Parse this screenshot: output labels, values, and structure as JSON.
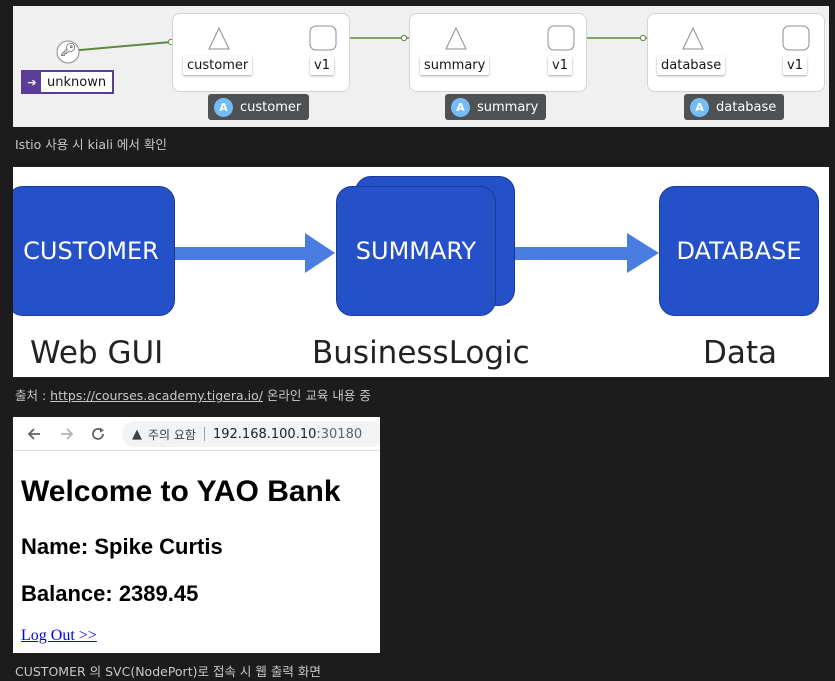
{
  "kiali": {
    "unknown_label": "unknown",
    "services": [
      {
        "workload": "customer",
        "version": "v1",
        "app": "customer"
      },
      {
        "workload": "summary",
        "version": "v1",
        "app": "summary"
      },
      {
        "workload": "database",
        "version": "v1",
        "app": "database"
      }
    ],
    "app_badge": "A",
    "edge_color": "#5d8a3f",
    "caption": "Istio 사용 시 kiali 에서 확인"
  },
  "architecture": {
    "boxes": [
      "CUSTOMER",
      "SUMMARY",
      "DATABASE"
    ],
    "footers": [
      "Web GUI",
      "BusinessLogic",
      "Data"
    ],
    "box_color": "#2450c8",
    "arrow_color": "#4a7de0",
    "caption_prefix": "출처 : ",
    "caption_link": "https://courses.academy.tigera.io/",
    "caption_suffix": " 온라인 교육 내용 중"
  },
  "browser": {
    "warning_text": "주의 요함",
    "host": "192.168.100.10",
    "port": ":30180",
    "heading": "Welcome to YAO Bank",
    "name_line": "Name: Spike Curtis",
    "balance_line": "Balance: 2389.45",
    "logout_link": "Log Out >>",
    "caption": "CUSTOMER 의 SVC(NodePort)로 접속 시 웹 출력 화면"
  }
}
